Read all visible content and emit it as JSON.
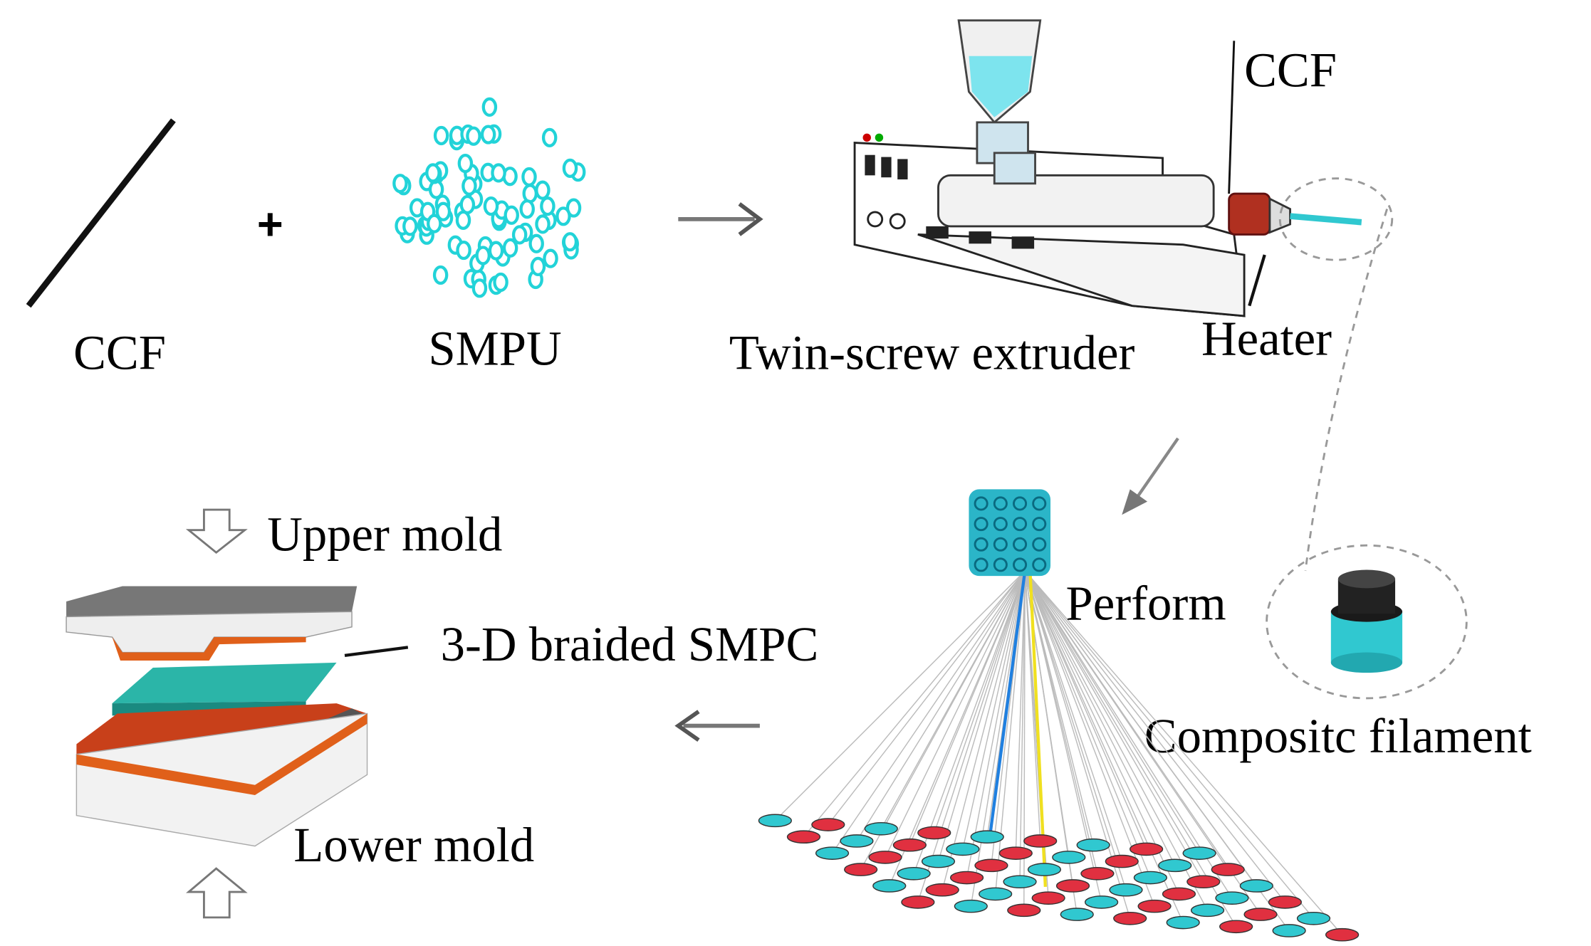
{
  "labels": {
    "ccf_raw": "CCF",
    "smpu": "SMPU",
    "extruder": "Twin-screw extruder",
    "heater": "Heater",
    "ccf_feed": "CCF",
    "upper_mold": "Upper mold",
    "braided_smpc": "3-D braided SMPC",
    "perform": "Perform",
    "composite_filament": "Compositc filament",
    "lower_mold": "Lower mold",
    "plus": "+"
  },
  "colors": {
    "pellet": "#22d3d8",
    "mold_orange": "#e0601a",
    "mold_red": "#c8401a",
    "smpc_teal": "#2bb5a8",
    "heater": "#b03020",
    "carrier_red": "#e03040",
    "carrier_cyan": "#30c8d0",
    "yarn_blue": "#2080e0",
    "yarn_yellow": "#f0e020"
  }
}
